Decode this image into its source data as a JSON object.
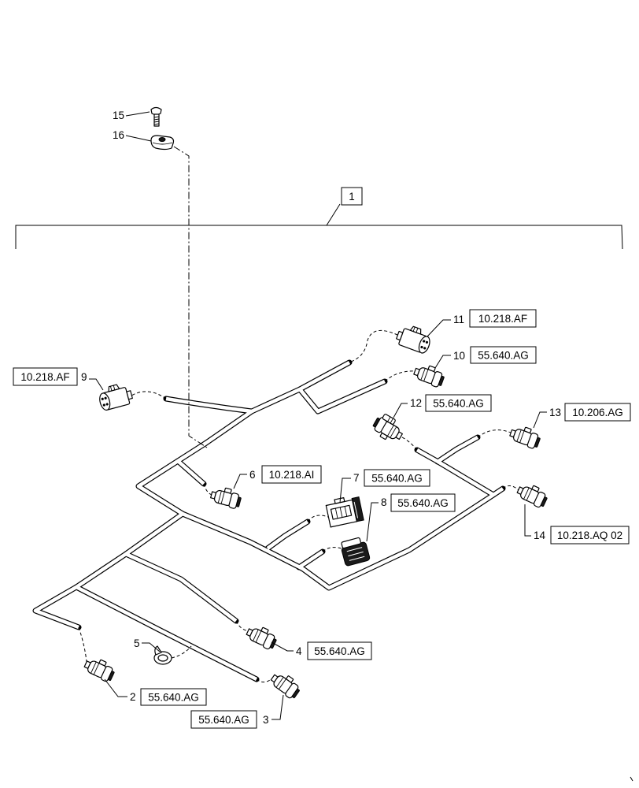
{
  "colors": {
    "line": "#000000",
    "background": "#ffffff",
    "connector_dark": "#1a1a1a"
  },
  "items": [
    {
      "number": "1"
    },
    {
      "number": "2",
      "ref": "55.640.AG"
    },
    {
      "number": "3",
      "ref": "55.640.AG"
    },
    {
      "number": "4",
      "ref": "55.640.AG"
    },
    {
      "number": "5"
    },
    {
      "number": "6",
      "ref": "10.218.AI"
    },
    {
      "number": "7",
      "ref": "55.640.AG"
    },
    {
      "number": "8",
      "ref": "55.640.AG"
    },
    {
      "number": "9",
      "ref": "10.218.AF"
    },
    {
      "number": "10",
      "ref": "55.640.AG"
    },
    {
      "number": "11",
      "ref": "10.218.AF"
    },
    {
      "number": "12",
      "ref": "55.640.AG"
    },
    {
      "number": "13",
      "ref": "10.206.AG"
    },
    {
      "number": "14",
      "ref": "10.218.AQ 02"
    },
    {
      "number": "15"
    },
    {
      "number": "16"
    }
  ]
}
